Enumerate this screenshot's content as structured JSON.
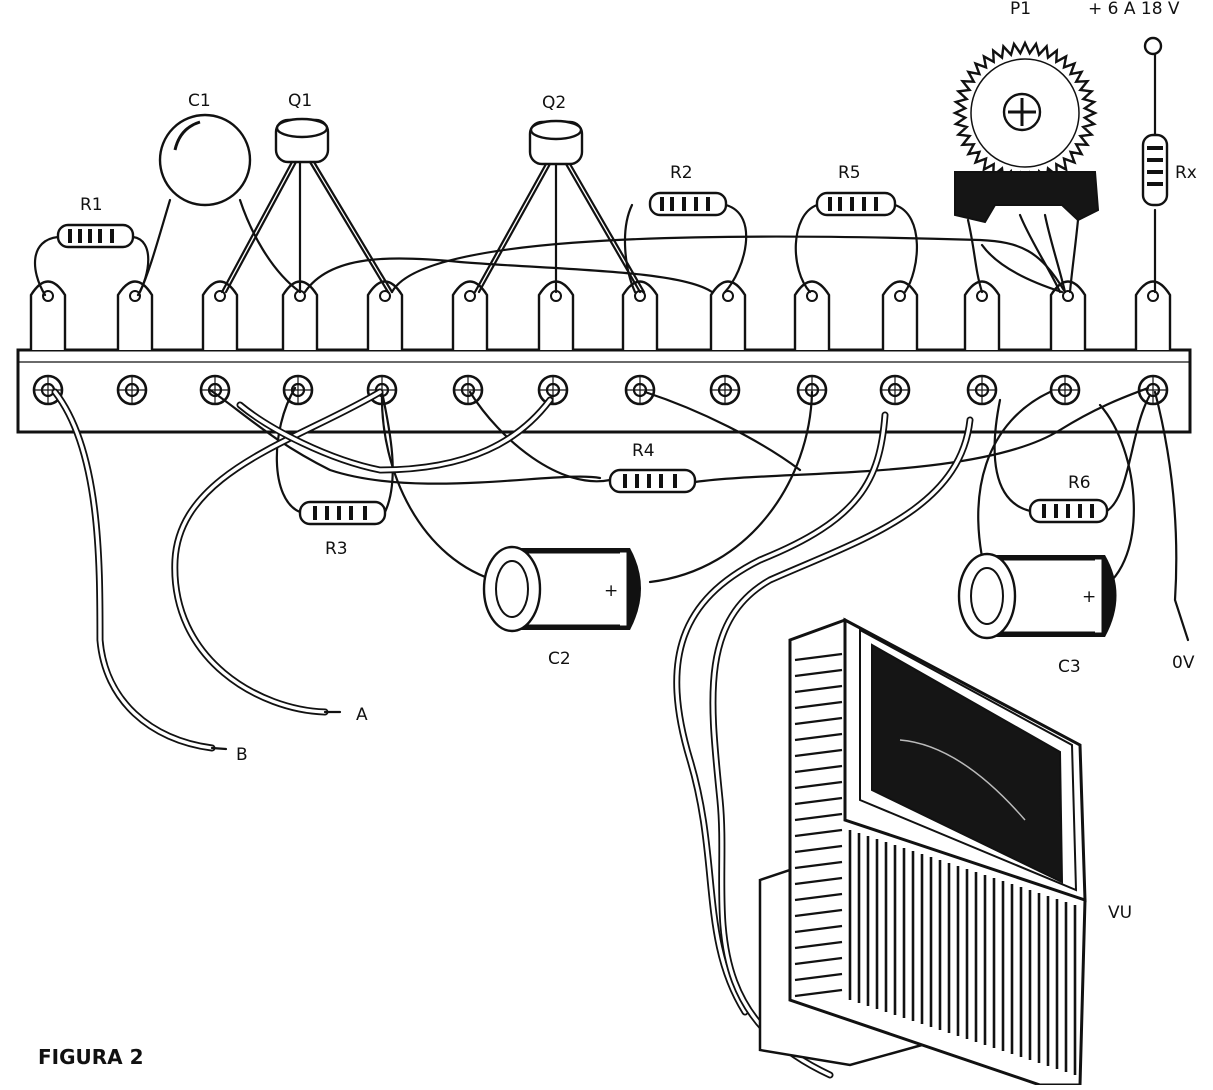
{
  "figure_caption": "FIGURA 2",
  "labels": {
    "p1": "P1",
    "supply": "+ 6 A 18 V",
    "rx": "Rx",
    "c1": "C1",
    "q1": "Q1",
    "q2": "Q2",
    "r1": "R1",
    "r2": "R2",
    "r5": "R5",
    "r4": "R4",
    "r3": "R3",
    "r6": "R6",
    "c2": "C2",
    "c3": "C3",
    "ov": "0V",
    "a": "A",
    "b": "B",
    "vu": "VU",
    "plus_c2": "+",
    "plus_c3": "+"
  }
}
